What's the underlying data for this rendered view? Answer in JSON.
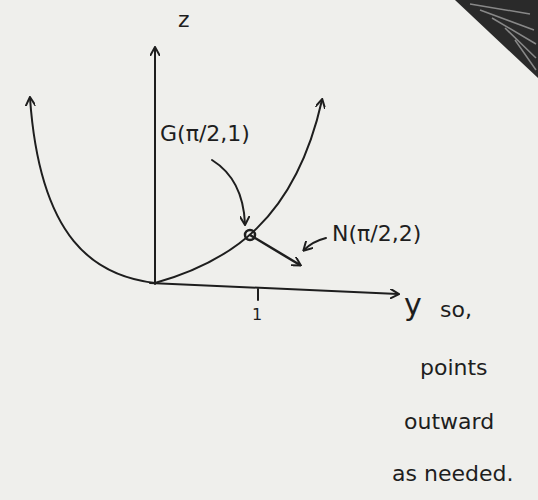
{
  "diagram": {
    "labels": [
      "z",
      "G(π/2,1)",
      "N(π/2,2)",
      "y",
      "1",
      "so,",
      "points",
      "outward",
      "as needed."
    ]
  }
}
